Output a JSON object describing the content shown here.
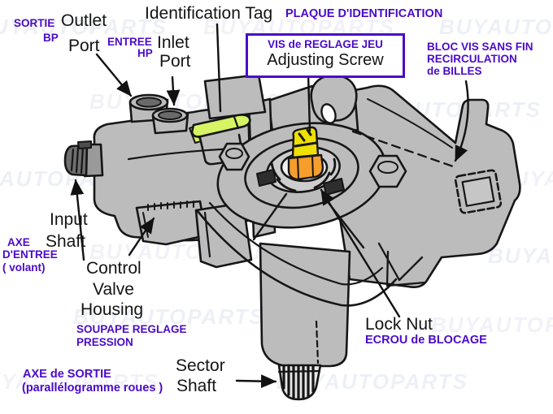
{
  "colors": {
    "french_text": "#4a0bc8",
    "english_text": "#141414",
    "body_gray": "#bcbcbc",
    "tag_highlight": "#d6f463",
    "screw_yellow": "#f0e003",
    "nut_orange": "#f59d2d",
    "box_border": "#4a0bc8",
    "outline": "#161616"
  },
  "watermark": {
    "text": "BUYAUTOPARTS"
  },
  "labels": {
    "sortie_bp": {
      "lines": [
        "SORTIE",
        "BP"
      ]
    },
    "outlet_port": {
      "lines": [
        "Outlet",
        "Port"
      ]
    },
    "entree_hp": {
      "lines": [
        "ENTREE",
        "HP"
      ]
    },
    "inlet_port": {
      "lines": [
        "Inlet",
        "Port"
      ]
    },
    "identification_tag": {
      "en": "Identification Tag",
      "fr": "PLAQUE D'IDENTIFICATION"
    },
    "adjusting_screw": {
      "fr": "VIS de REGLAGE JEU",
      "en": "Adjusting Screw"
    },
    "recirculating_ball": {
      "lines": [
        "BLOC VIS SANS FIN",
        "RECIRCULATION",
        "de BILLES"
      ]
    },
    "input_shaft": {
      "en_lines": [
        "Input",
        "Shaft"
      ],
      "fr_lines": [
        "AXE",
        "D'ENTREE",
        "( volant)"
      ]
    },
    "control_valve_housing": {
      "en_lines": [
        "Control",
        "Valve",
        "Housing"
      ],
      "fr_lines": [
        "SOUPAPE REGLAGE",
        "PRESSION"
      ]
    },
    "sector_shaft": {
      "en_lines": [
        "Sector",
        "Shaft"
      ],
      "fr_lines": [
        "AXE de SORTIE",
        "(parallélogramme roues )"
      ]
    },
    "lock_nut": {
      "en": "Lock Nut",
      "fr": "ECROU de BLOCAGE"
    }
  }
}
